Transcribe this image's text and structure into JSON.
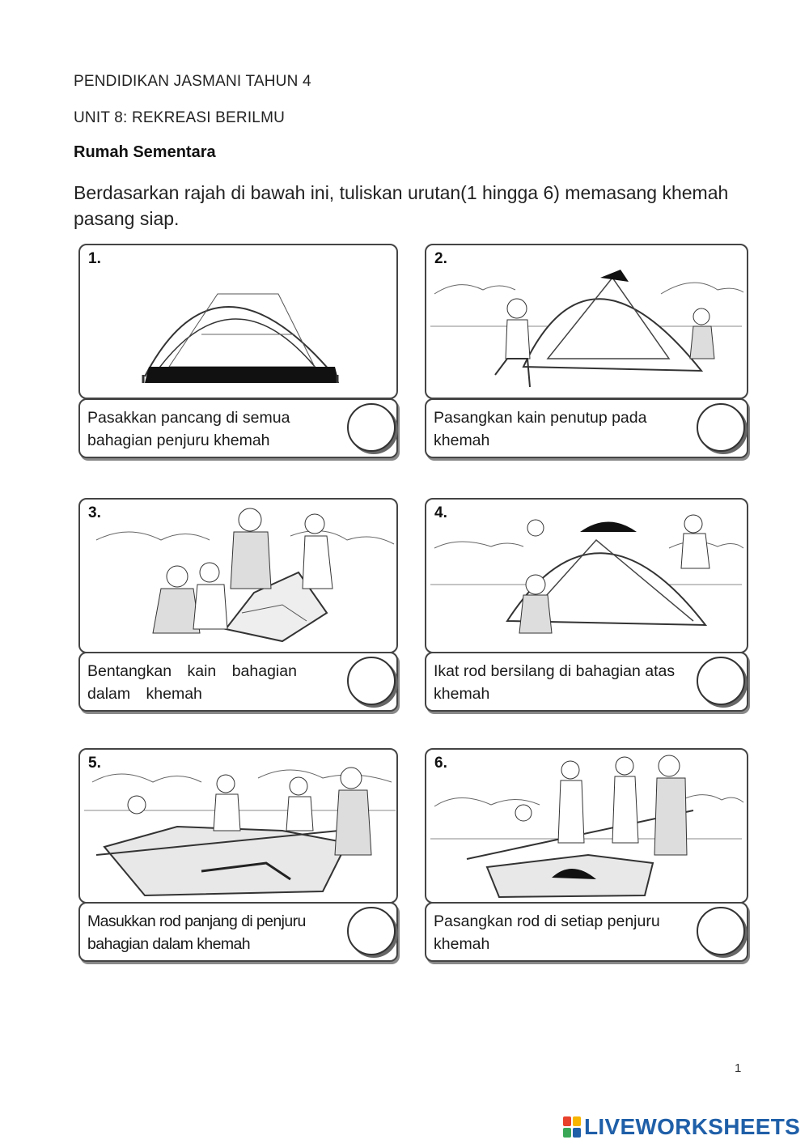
{
  "header": {
    "line1": "PENDIDIKAN JASMANI TAHUN 4",
    "line2": "UNIT 8: REKREASI BERILMU",
    "title": "Rumah Sementara",
    "instruction": "Berdasarkan rajah di bawah ini, tuliskan urutan(1 hingga 6) memasang khemah pasang siap."
  },
  "panels": [
    {
      "number": "1.",
      "caption": "Pasakkan pancang di semua bahagian penjuru khemah"
    },
    {
      "number": "2.",
      "caption": "Pasangkan kain penutup pada khemah"
    },
    {
      "number": "3.",
      "caption": "Bentangkan kain bahagian dalam khemah"
    },
    {
      "number": "4.",
      "caption": "Ikat rod bersilang di bahagian atas khemah"
    },
    {
      "number": "5.",
      "caption": "Masukkan rod panjang di penjuru bahagian dalam khemah"
    },
    {
      "number": "6.",
      "caption": "Pasangkan rod di setiap penjuru khemah"
    }
  ],
  "footer": {
    "page_number": "1",
    "brand": "LIVEWORKSHEETS",
    "brand_color": "#1f5fa8",
    "logo_colors": [
      "#e8412c",
      "#f7b500",
      "#3aa757",
      "#1f5fa8"
    ]
  }
}
